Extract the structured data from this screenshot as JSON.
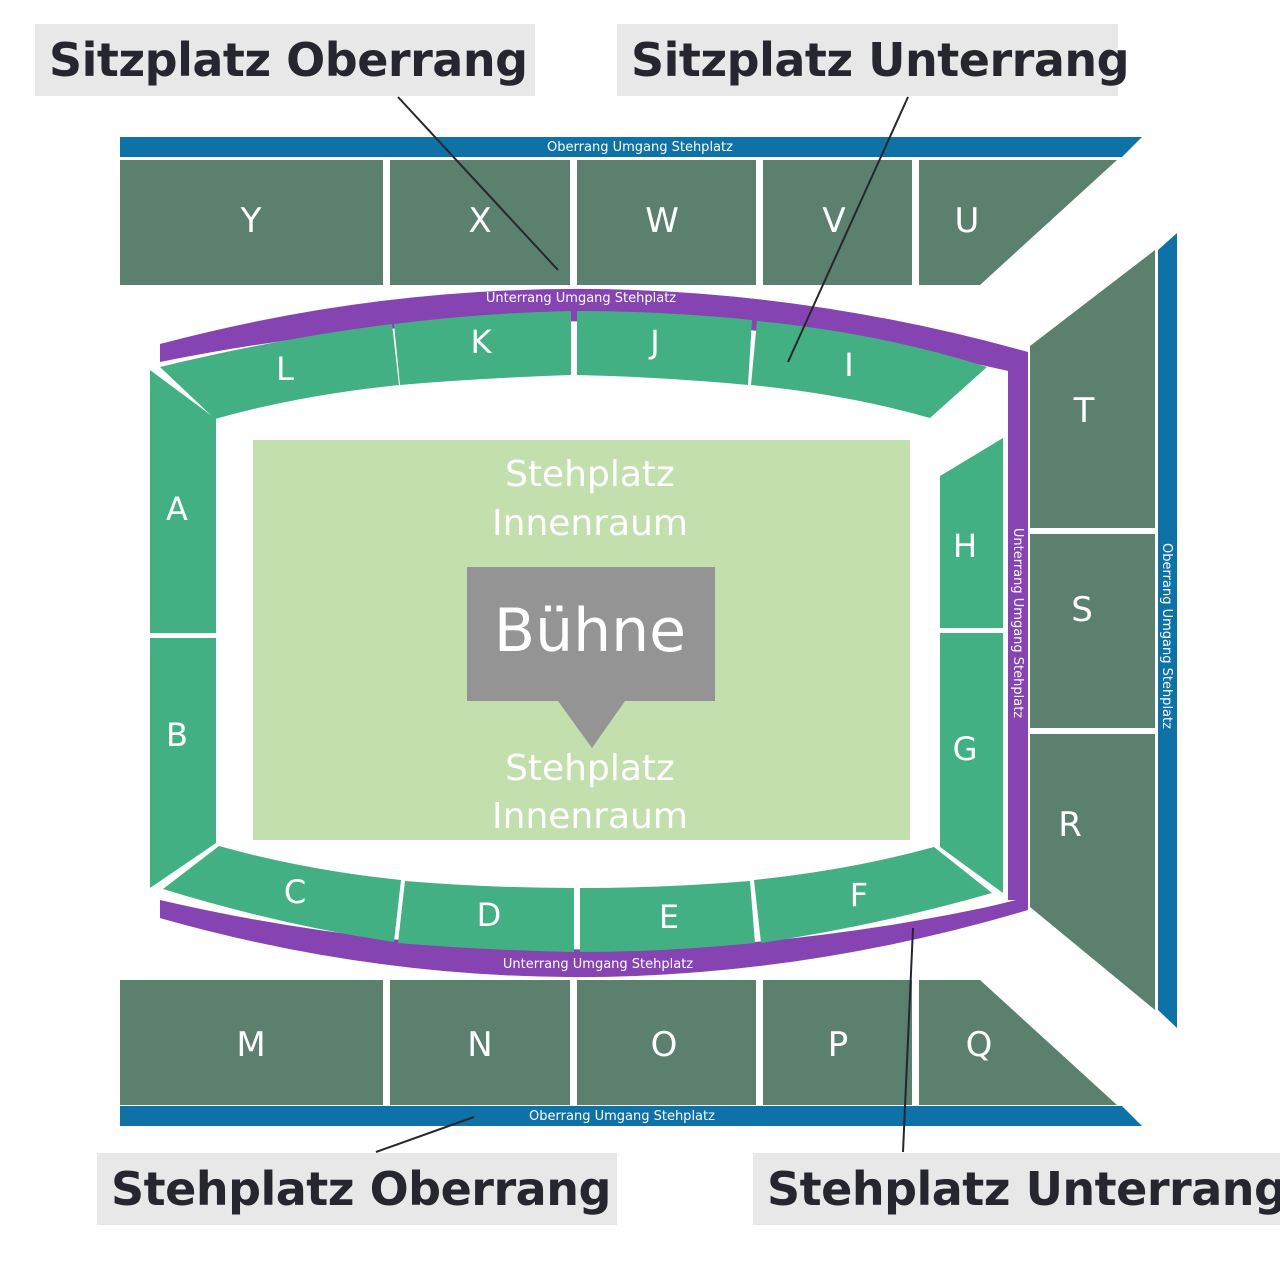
{
  "callouts": {
    "top_left": "Sitzplatz Oberrang",
    "top_right": "Sitzplatz Unterrang",
    "bottom_left": "Stehplatz Oberrang",
    "bottom_right": "Stehplatz Unterrang"
  },
  "walkways": {
    "oberrang_top": "Oberrang Umgang Stehplatz",
    "oberrang_bottom": "Oberrang Umgang Stehplatz",
    "oberrang_right": "Oberrang Umgang Stehplatz",
    "unterrang_top": "Unterrang Umgang Stehplatz",
    "unterrang_bottom": "Unterrang Umgang Stehplatz",
    "unterrang_right": "Unterrang Umgang Stehplatz"
  },
  "floor": {
    "upper_line1": "Stehplatz",
    "upper_line2": "Innenraum",
    "lower_line1": "Stehplatz",
    "lower_line2": "Innenraum"
  },
  "stage": {
    "label": "Bühne"
  },
  "upper_tier_sections": {
    "top": [
      "Y",
      "X",
      "W",
      "V",
      "U"
    ],
    "right": [
      "T",
      "S",
      "R"
    ],
    "bottom": [
      "M",
      "N",
      "O",
      "P",
      "Q"
    ]
  },
  "lower_tier_sections": {
    "top": [
      "L",
      "K",
      "J",
      "I"
    ],
    "left": [
      "A",
      "B"
    ],
    "right": [
      "H",
      "G"
    ],
    "bottom": [
      "C",
      "D",
      "E",
      "F"
    ]
  },
  "colors": {
    "upper_tier": "#5b806e",
    "lower_tier": "#43b083",
    "floor": "#c2dfad",
    "stage": "#949494",
    "oberrang_walkway": "#0f72a6",
    "unterrang_walkway": "#8644b3",
    "callout_bg": "#e8e8e8",
    "callout_text": "#26262e"
  }
}
